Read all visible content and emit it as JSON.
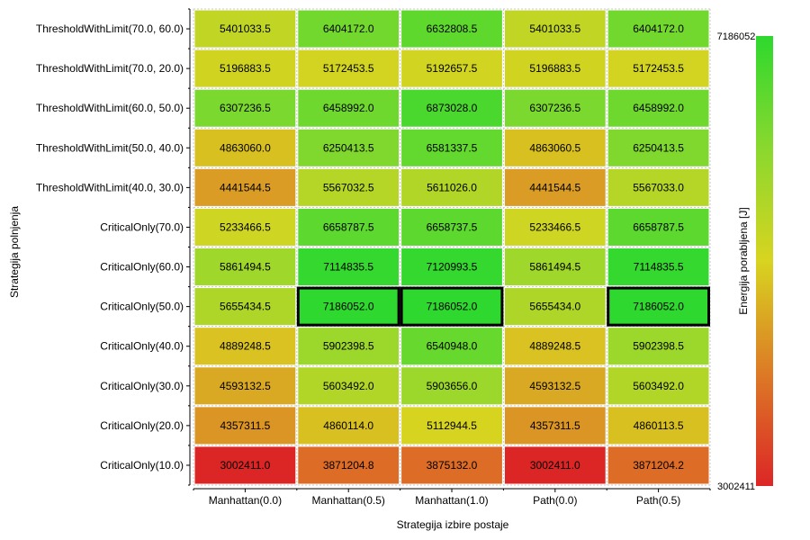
{
  "chart_data": {
    "type": "heatmap",
    "xlabel": "Strategija izbire postaje",
    "ylabel": "Strategija polnjenja",
    "colorbar_label": "Energija porabljena [J]",
    "x_categories": [
      "Manhattan(0.0)",
      "Manhattan(0.5)",
      "Manhattan(1.0)",
      "Path(0.0)",
      "Path(0.5)"
    ],
    "y_categories": [
      "ThresholdWithLimit(70.0, 60.0)",
      "ThresholdWithLimit(70.0, 20.0)",
      "ThresholdWithLimit(60.0, 50.0)",
      "ThresholdWithLimit(50.0, 40.0)",
      "ThresholdWithLimit(40.0, 30.0)",
      "CriticalOnly(70.0)",
      "CriticalOnly(60.0)",
      "CriticalOnly(50.0)",
      "CriticalOnly(40.0)",
      "CriticalOnly(30.0)",
      "CriticalOnly(20.0)",
      "CriticalOnly(10.0)"
    ],
    "values": [
      [
        "5401033.5",
        "6404172.0",
        "6632808.5",
        "5401033.5",
        "6404172.0"
      ],
      [
        "5196883.5",
        "5172453.5",
        "5192657.5",
        "5196883.5",
        "5172453.5"
      ],
      [
        "6307236.5",
        "6458992.0",
        "6873028.0",
        "6307236.5",
        "6458992.0"
      ],
      [
        "4863060.0",
        "6250413.5",
        "6581337.5",
        "4863060.5",
        "6250413.5"
      ],
      [
        "4441544.5",
        "5567032.5",
        "5611026.0",
        "4441544.5",
        "5567033.0"
      ],
      [
        "5233466.5",
        "6658787.5",
        "6658737.5",
        "5233466.5",
        "6658787.5"
      ],
      [
        "5861494.5",
        "7114835.5",
        "7120993.5",
        "5861494.5",
        "7114835.5"
      ],
      [
        "5655434.5",
        "7186052.0",
        "7186052.0",
        "5655434.0",
        "7186052.0"
      ],
      [
        "4889248.5",
        "5902398.5",
        "6540948.0",
        "4889248.5",
        "5902398.5"
      ],
      [
        "4593132.5",
        "5603492.0",
        "5903656.0",
        "4593132.5",
        "5603492.0"
      ],
      [
        "4357311.5",
        "4860114.0",
        "5112944.5",
        "4357311.5",
        "4860113.5"
      ],
      [
        "3002411.0",
        "3871204.8",
        "3875132.0",
        "3002411.0",
        "3871204.2"
      ]
    ],
    "vmin": "3002411",
    "vmax": "7186052",
    "colormap": [
      "#dc2626",
      "#dc7a26",
      "#d8d420",
      "#8ad82e",
      "#2ed82e"
    ],
    "highlight_color": "#000000",
    "grid": true
  }
}
